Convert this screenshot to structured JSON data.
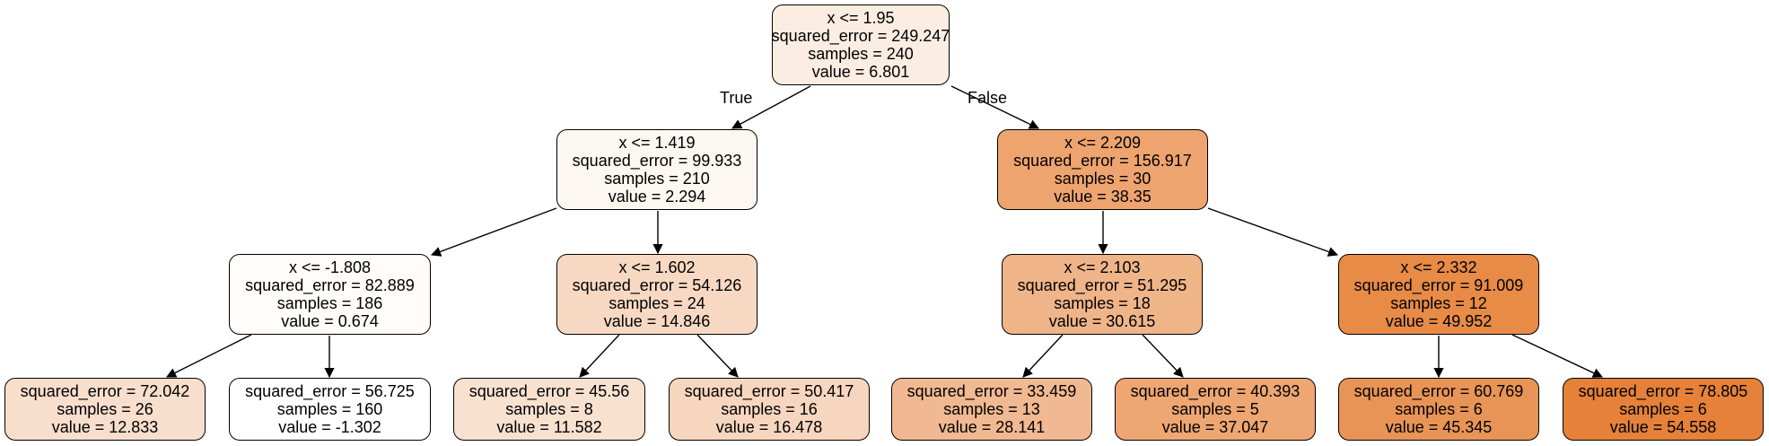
{
  "edge_labels": {
    "left": "True",
    "right": "False"
  },
  "nodes": {
    "n0": {
      "condition": "x <= 1.95",
      "squared_error": "squared_error = 249.247",
      "samples": "samples = 240",
      "value": "value = 6.801",
      "fill": "#fbede2"
    },
    "n1": {
      "condition": "x <= 1.419",
      "squared_error": "squared_error = 99.933",
      "samples": "samples = 210",
      "value": "value = 2.294",
      "fill": "#fdf7f1"
    },
    "n8": {
      "condition": "x <= 2.209",
      "squared_error": "squared_error = 156.917",
      "samples": "samples = 30",
      "value": "value = 38.35",
      "fill": "#eea46f"
    },
    "n2": {
      "condition": "x <= -1.808",
      "squared_error": "squared_error = 82.889",
      "samples": "samples = 186",
      "value": "value = 0.674",
      "fill": "#fffcfa"
    },
    "n5": {
      "condition": "x <= 1.602",
      "squared_error": "squared_error = 54.126",
      "samples": "samples = 24",
      "value": "value = 14.846",
      "fill": "#f7d9c3"
    },
    "n9": {
      "condition": "x <= 2.103",
      "squared_error": "squared_error = 51.295",
      "samples": "samples = 18",
      "value": "value = 30.615",
      "fill": "#f0b489"
    },
    "n12": {
      "condition": "x <= 2.332",
      "squared_error": "squared_error = 91.009",
      "samples": "samples = 12",
      "value": "value = 49.952",
      "fill": "#e78b47"
    },
    "n3": {
      "squared_error": "squared_error = 72.042",
      "samples": "samples = 26",
      "value": "value = 12.833",
      "fill": "#f8decc"
    },
    "n4": {
      "squared_error": "squared_error = 56.725",
      "samples": "samples = 160",
      "value": "value = -1.302",
      "fill": "#ffffff"
    },
    "n6": {
      "squared_error": "squared_error = 45.56",
      "samples": "samples = 8",
      "value": "value = 11.582",
      "fill": "#f9e1d0"
    },
    "n7": {
      "squared_error": "squared_error = 50.417",
      "samples": "samples = 16",
      "value": "value = 16.478",
      "fill": "#f7d6bf"
    },
    "n10": {
      "squared_error": "squared_error = 33.459",
      "samples": "samples = 13",
      "value": "value = 28.141",
      "fill": "#f1b991"
    },
    "n11": {
      "squared_error": "squared_error = 40.393",
      "samples": "samples = 5",
      "value": "value = 37.047",
      "fill": "#eea673"
    },
    "n13": {
      "squared_error": "squared_error = 60.769",
      "samples": "samples = 6",
      "value": "value = 45.345",
      "fill": "#e99457"
    },
    "n14": {
      "squared_error": "squared_error = 78.805",
      "samples": "samples = 6",
      "value": "value = 54.558",
      "fill": "#e58139"
    }
  }
}
